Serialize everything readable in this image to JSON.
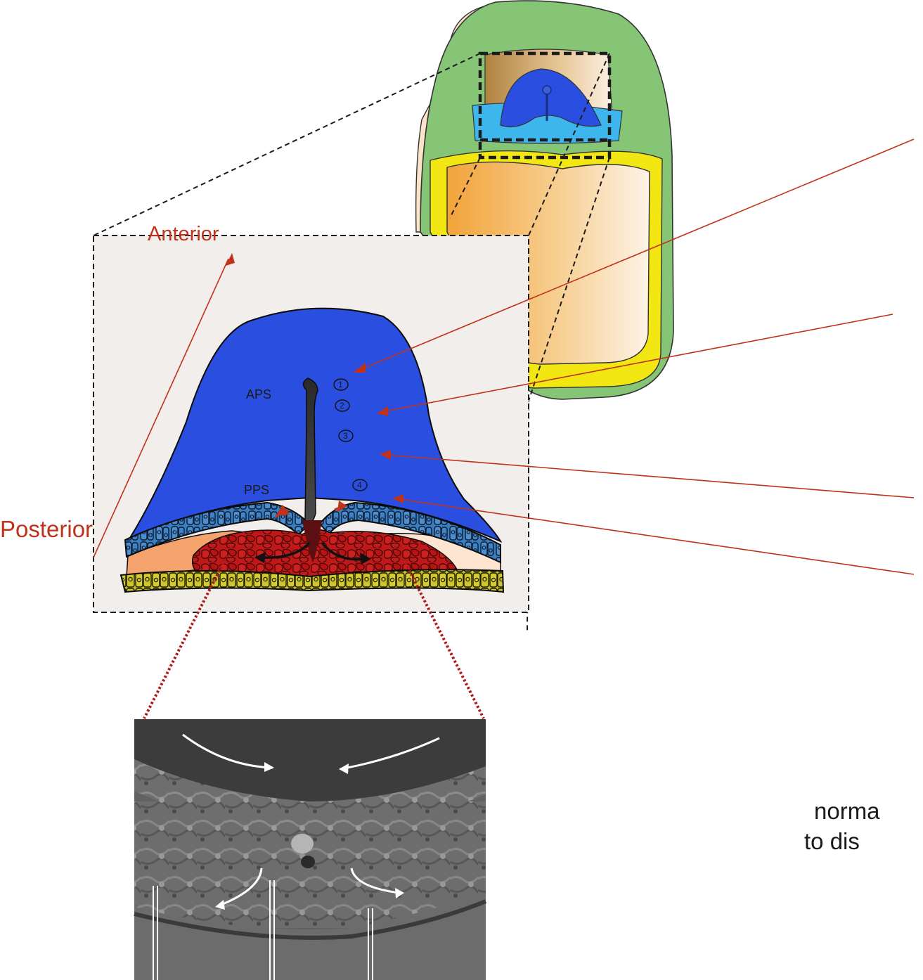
{
  "labels": {
    "anterior": "Anterior",
    "posterior": "Posterior",
    "aps": "APS",
    "pps": "PPS",
    "n1": "1",
    "n2": "2",
    "n3": "3",
    "n4": "4",
    "caption_line1": "norma",
    "caption_line2": "to dis"
  },
  "colors": {
    "arrow_red": "#c0321a",
    "epiblast_blue": "#2a4fe0",
    "ectoderm_blue": "#3a7ec0",
    "mesoderm_red": "#c01818",
    "endoderm_yellow": "#c9c12a",
    "embryo_outer_green": "#86c476",
    "embryo_yellow": "#f3e713",
    "inset_background": "#f1eeeb"
  }
}
